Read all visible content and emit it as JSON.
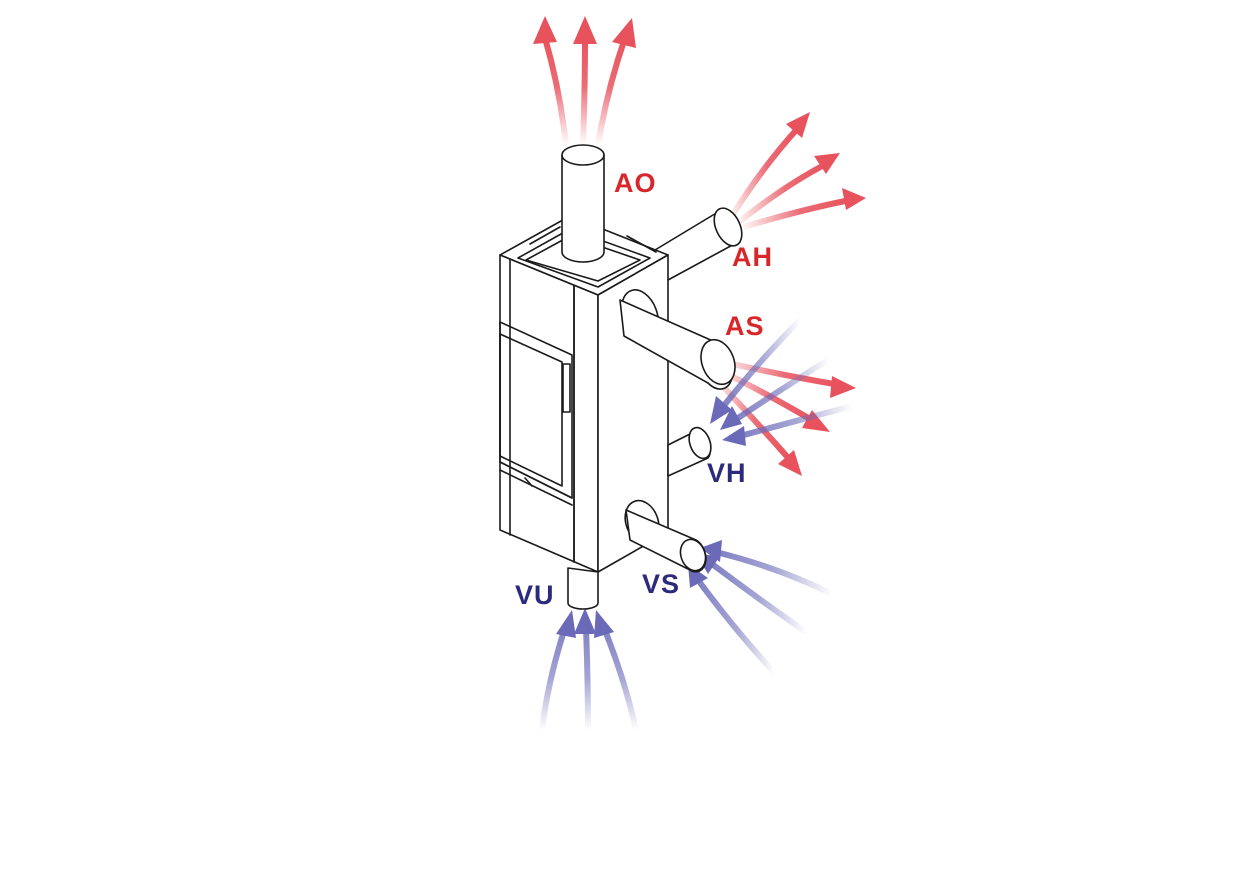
{
  "labels": {
    "ao": "AO",
    "ah": "AH",
    "as": "AS",
    "vh": "VH",
    "vs": "VS",
    "vu": "VU"
  },
  "colors": {
    "hot_arrow": "#e8525d",
    "cold_arrow": "#6b6ab8",
    "hot_text": "#d8262b",
    "cold_text": "#2c2a7c",
    "outline": "#1a1a1a"
  }
}
